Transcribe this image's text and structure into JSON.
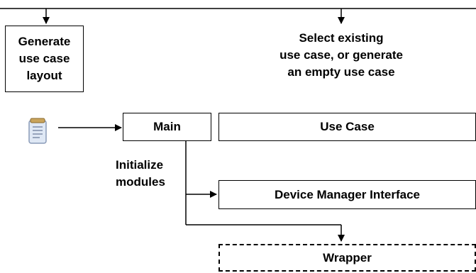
{
  "nodes": {
    "generate_layout": "Generate\nuse case\nlayout",
    "main": "Main",
    "use_case": "Use Case",
    "device_manager": "Device Manager Interface",
    "wrapper": "Wrapper"
  },
  "labels": {
    "select_existing": "Select existing\nuse case, or generate\nan empty use case",
    "initialize": "Initialize\nmodules"
  },
  "icons": {
    "input_file": "notepad-document-icon"
  },
  "colors": {
    "stroke": "#000000",
    "background": "#ffffff",
    "icon_body": "#dfe8f5",
    "icon_top": "#c9a45c"
  }
}
